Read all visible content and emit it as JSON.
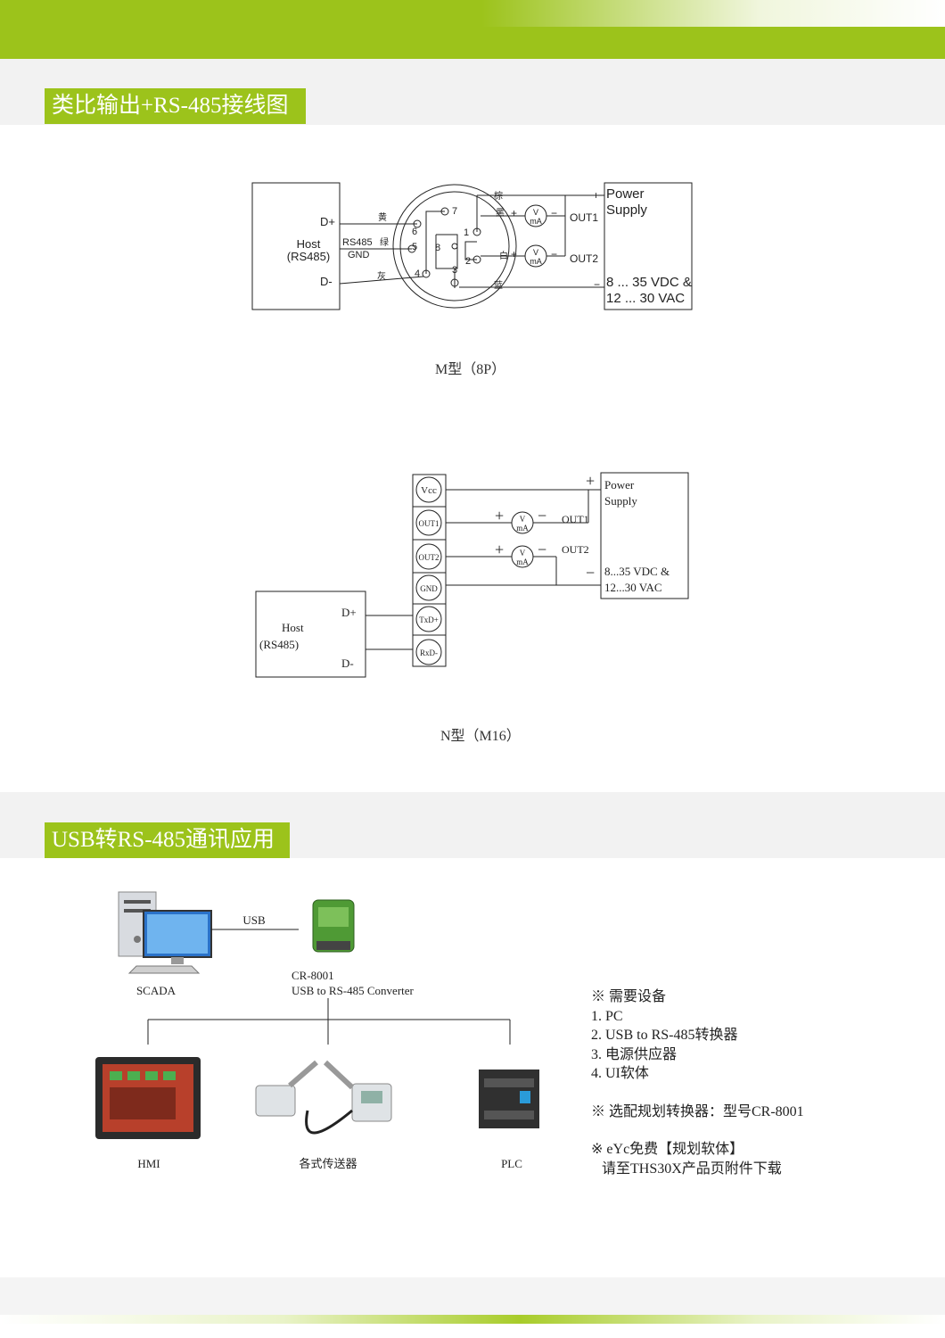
{
  "section1": {
    "title": "类比输出+RS-485接线图"
  },
  "diagram_m": {
    "host_lines": [
      "Host",
      "(RS485)"
    ],
    "d_plus": "D+",
    "d_minus": "D-",
    "rs485": "RS485",
    "gnd": "GND",
    "wire_yellow": "黄",
    "wire_green": "绿",
    "wire_grey": "灰",
    "wire_brown": "棕",
    "wire_black": "黑",
    "wire_white": "白",
    "wire_blue": "蓝",
    "pins": [
      "1",
      "2",
      "3",
      "4",
      "5",
      "6",
      "7",
      "8"
    ],
    "plus": "+",
    "minus": "−",
    "meter_v": "V",
    "meter_ma": "mA",
    "out1": "OUT1",
    "out2": "OUT2",
    "power_lines": [
      "Power",
      "Supply"
    ],
    "voltage_lines": [
      "8 ... 35 VDC &",
      "12 ... 30 VAC"
    ],
    "caption": "M型（8P）"
  },
  "diagram_n": {
    "terminals": [
      "Vcc",
      "OUT1",
      "OUT2",
      "GND",
      "TxD+",
      "RxD-"
    ],
    "host_lines": [
      "Host",
      "(RS485)"
    ],
    "d_plus": "D+",
    "d_minus": "D-",
    "out1": "OUT1",
    "out2": "OUT2",
    "plus": "+",
    "minus": "−",
    "meter_v": "V",
    "meter_ma": "mA",
    "power_lines": [
      "Power",
      "Supply"
    ],
    "voltage_lines": [
      "8...35 VDC &",
      "12...30 VAC"
    ],
    "caption": "N型（M16）"
  },
  "section2": {
    "title": "USB转RS-485通讯应用"
  },
  "usb_app": {
    "usb_label": "USB",
    "scada": "SCADA",
    "converter_model": "CR-8001",
    "converter_desc": "USB to RS-485 Converter",
    "hmi": "HMI",
    "sensors": "各式传送器",
    "plc": "PLC",
    "requirements": {
      "header": "※ 需要设备",
      "items": [
        "1. PC",
        "2. USB to RS-485转换器",
        "3. 电源供应器",
        "4. UI软体"
      ],
      "option": "※ 选配规划转换器：型号CR-8001",
      "software": "※ eYc免费【规划软体】",
      "download": "   请至THS30X产品页附件下载"
    }
  },
  "colors": {
    "accent": "#9cc31b",
    "band": "#f2f2f2"
  }
}
